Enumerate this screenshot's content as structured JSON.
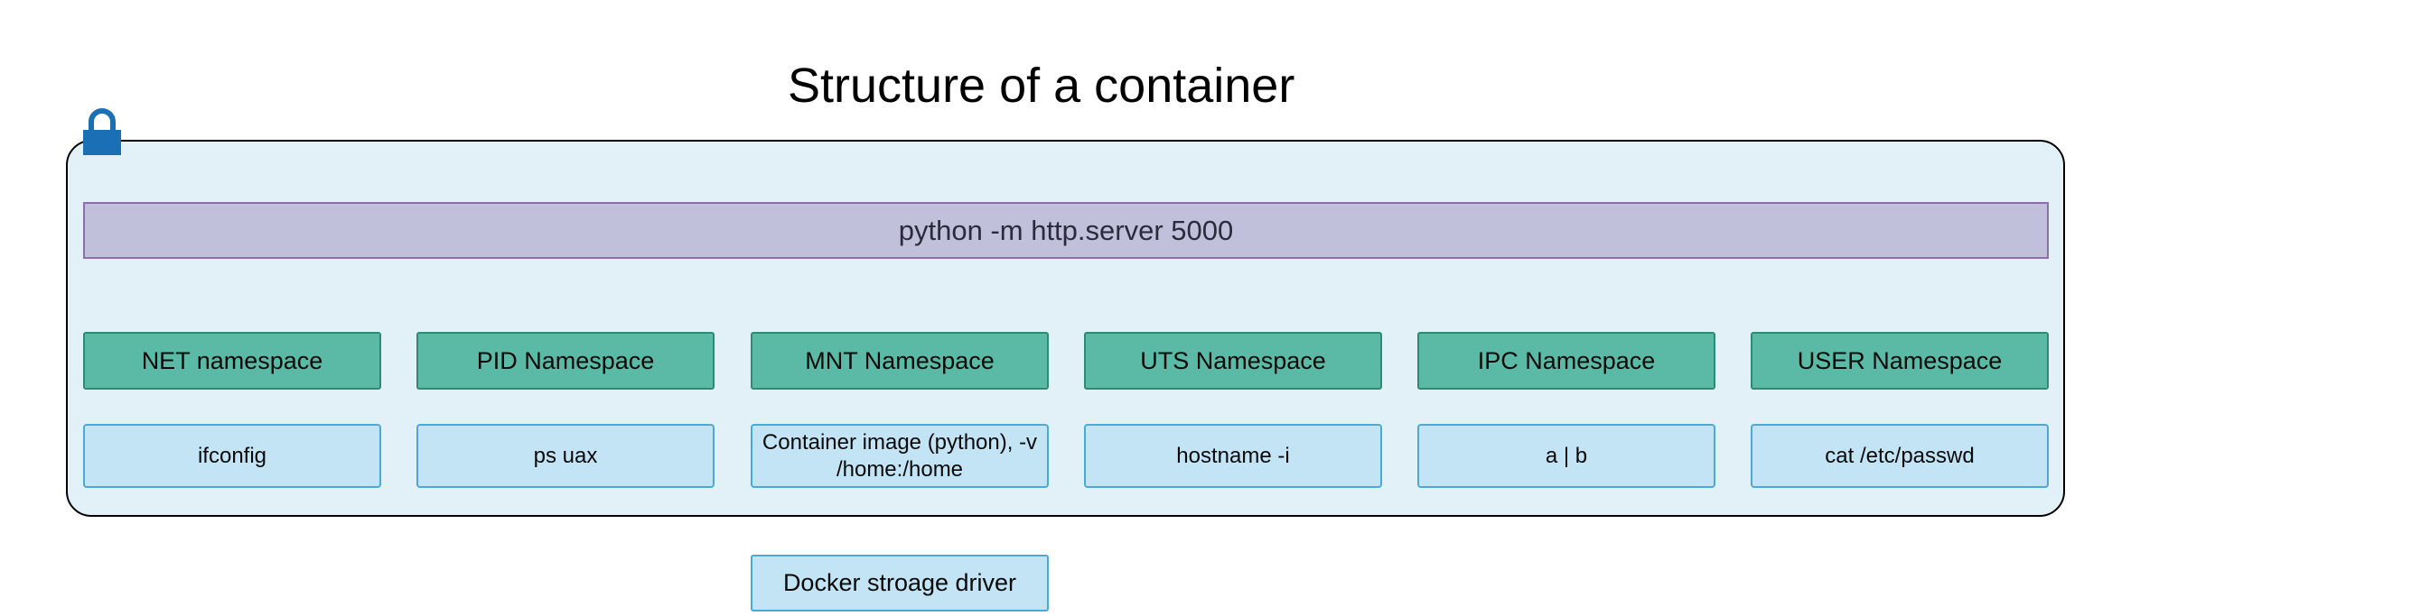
{
  "title": "Structure of a container",
  "process": {
    "command": "python  -m http.server 5000"
  },
  "namespaces": [
    {
      "label": "NET namespace",
      "command": "ifconfig"
    },
    {
      "label": "PID Namespace",
      "command": "ps uax"
    },
    {
      "label": "MNT Namespace",
      "command": "Container image (python), -v /home:/home"
    },
    {
      "label": "UTS Namespace",
      "command": "hostname -i"
    },
    {
      "label": "IPC Namespace",
      "command": "a | b"
    },
    {
      "label": "USER Namespace",
      "command": "cat /etc/passwd"
    }
  ],
  "storage_driver": {
    "label": "Docker stroage driver"
  },
  "icons": {
    "container_badge": "lock-icon"
  },
  "colors": {
    "container_fill": "#e2f1f8",
    "process_fill": "#c1c0da",
    "namespace_fill": "#5bbaa5",
    "command_fill": "#c2e4f5",
    "lock": "#1a6fb5"
  }
}
